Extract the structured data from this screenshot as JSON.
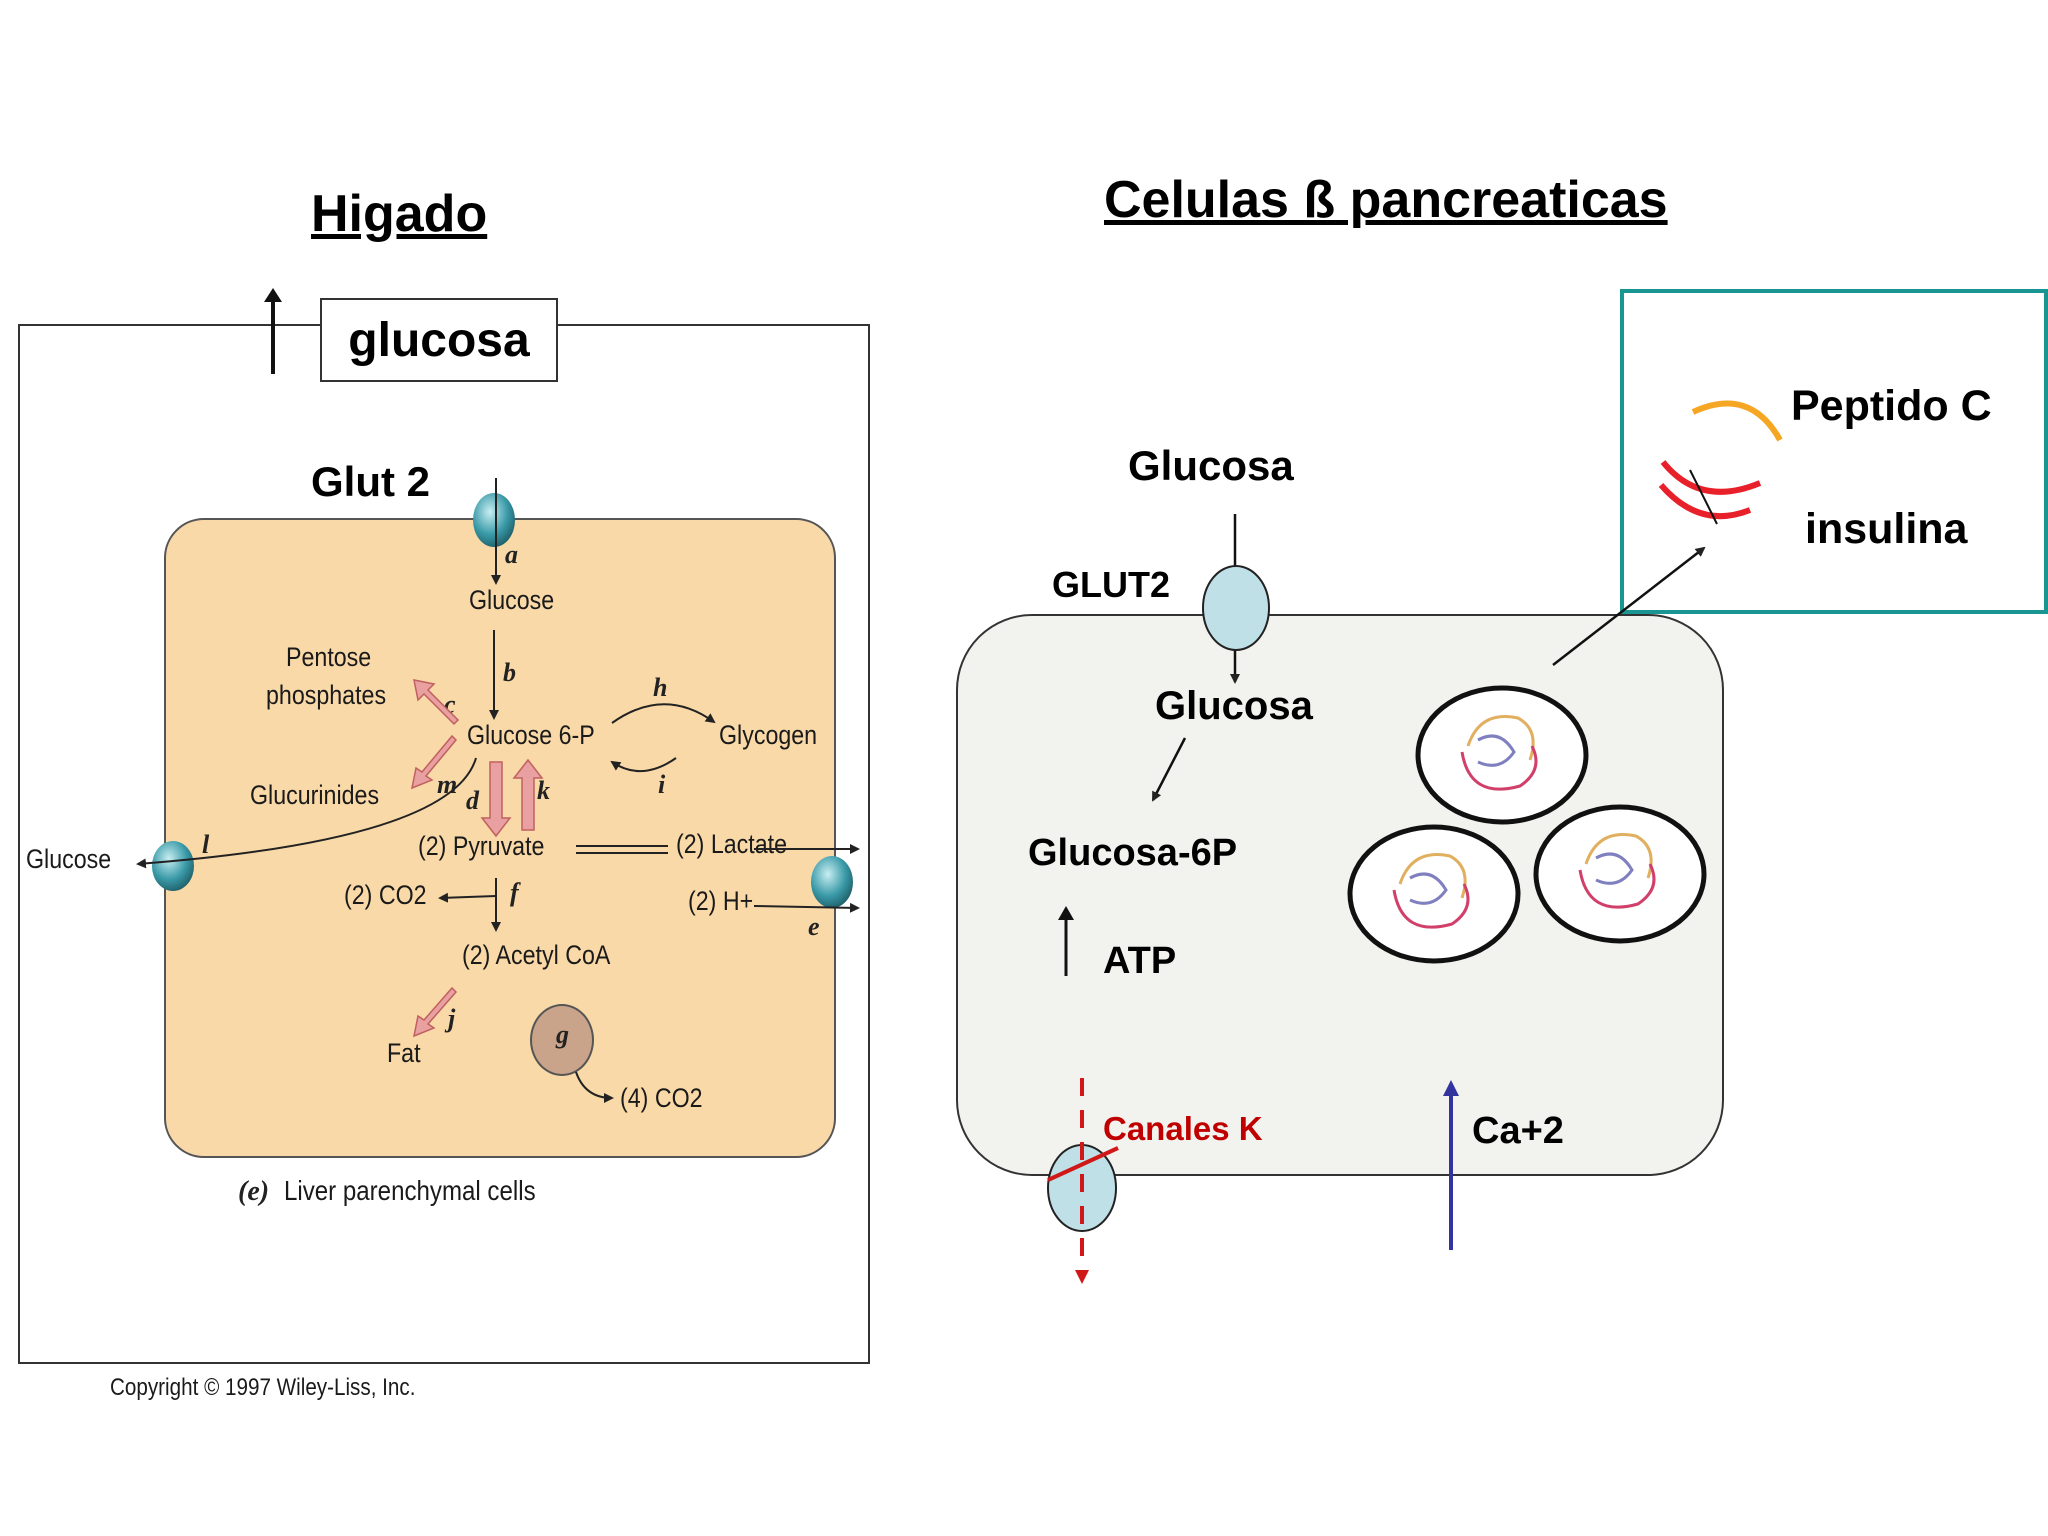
{
  "liver": {
    "title": "Higado",
    "glucosa_box": "glucosa",
    "glut_label": "Glut 2",
    "caption_letter": "(e)",
    "caption": "Liver parenchymal cells",
    "copyright": "Copyright © 1997 Wiley-Liss, Inc.",
    "metabolites": {
      "glucose": "Glucose",
      "pentose": "Pentose",
      "phosphates": "phosphates",
      "glucose6p": "Glucose 6-P",
      "glycogen": "Glycogen",
      "glucurinides": "Glucurinides",
      "glucose_out": "Glucose",
      "pyruvate": "(2) Pyruvate",
      "lactate": "(2) Lactate",
      "co2_2": "(2) CO2",
      "hplus": "(2) H+",
      "acetylcoa": "(2) Acetyl CoA",
      "fat": "Fat",
      "co2_4": "(4) CO2"
    },
    "reaction_letters": {
      "a": "a",
      "b": "b",
      "c": "c",
      "d": "d",
      "e": "e",
      "f": "f",
      "g": "g",
      "h": "h",
      "i": "i",
      "j": "j",
      "k": "k",
      "l": "l",
      "m": "m"
    }
  },
  "beta": {
    "title": "Celulas ß pancreaticas",
    "glucosa_outside": "Glucosa",
    "glut2": "GLUT2",
    "glucosa_inside": "Glucosa",
    "glucosa6p": "Glucosa-6P",
    "atp": "ATP",
    "canales_k": "Canales K",
    "ca": "Ca+2",
    "peptido_c": "Peptido C",
    "insulina": "insulina"
  },
  "colors": {
    "liver_cell": "#f9d9a8",
    "beta_cell": "#f2f2ef",
    "insulin_box_border": "#1a9692",
    "canales_k_text": "#c00000",
    "ca_arrow": "#3333a0",
    "channel_fill": "#bfe0e6",
    "insulin_chain": "#e8202a",
    "peptide_c": "#f5a623",
    "pink_arrow": "#e8a0a0"
  }
}
